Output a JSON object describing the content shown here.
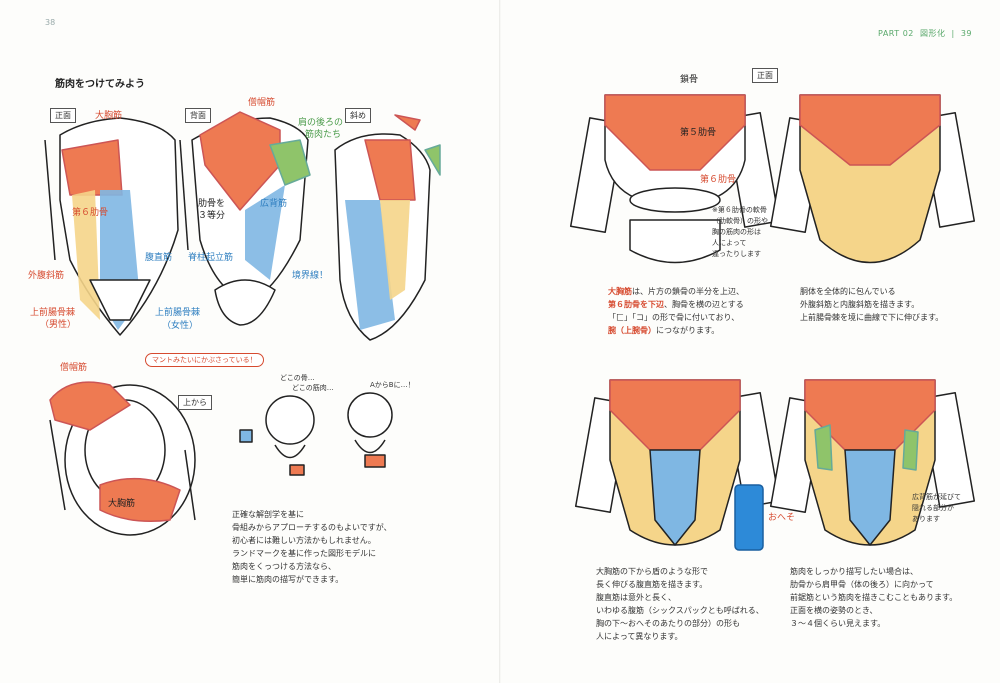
{
  "page": {
    "left_number": "38",
    "right_chapter": "PART 02",
    "right_chapter_title": "図形化",
    "right_number": "39"
  },
  "left": {
    "section_title": "筋肉をつけてみよう",
    "views": {
      "front": "正面",
      "back": "背面",
      "oblique": "斜め",
      "top": "上から"
    },
    "labels": {
      "pectoralis": "大胸筋",
      "rib6": "第６肋骨",
      "external_oblique": "外腹斜筋",
      "asis_male_1": "上前腸骨棘",
      "asis_male_2": "（男性）",
      "rectus": "腹直筋",
      "asis_female_1": "上前腸骨棘",
      "asis_female_2": "（女性）",
      "trapezius": "僧帽筋",
      "shoulder_back_1": "肩の後ろの",
      "shoulder_back_2": "筋肉たち",
      "rib_third_1": "肋骨を",
      "rib_third_2": "３等分",
      "latissimus": "広背筋",
      "erector": "脊柱起立筋",
      "boundary": "境界線！",
      "trapezius_top": "僧帽筋",
      "pectoralis_top": "大胸筋"
    },
    "bubble": "マントみたいにかぶさっている！",
    "cartoon": {
      "confused_1": "どこの骨…",
      "confused_2": "どこの筋肉…",
      "thinking": "AからBに…！"
    },
    "paragraph": [
      "正確な解剖学を基に",
      "骨組みからアプローチするのもよいですが、",
      "初心者には難しい方法かもしれません。",
      "ランドマークを基に作った図形モデルに",
      "筋肉をくっつける方法なら、",
      "簡単に筋肉の描写ができます。"
    ]
  },
  "right": {
    "front_tag": "正面",
    "labels": {
      "clavicle": "鎖骨",
      "rib5": "第５肋骨",
      "rib6": "第６肋骨",
      "note": [
        "※第６肋骨の軟骨",
        "（肋軟骨）の形や",
        "胸の筋肉の形は",
        "人によって",
        "違ったりします"
      ],
      "navel": "おへそ",
      "lat_note": [
        "広背筋が延びて",
        "隠れる部分が",
        "あります"
      ]
    },
    "p1": [
      {
        "red": "大胸筋",
        "rest": "は、片方の鎖骨の半分を上辺、"
      },
      {
        "red": "第６肋骨を下辺",
        "rest": "、胸骨を横の辺とする"
      },
      {
        "red": "",
        "rest": "「匚」「コ」の形で骨に付いており、"
      },
      {
        "red": "腕（上腕骨）",
        "rest": "につながります。"
      }
    ],
    "p2": [
      "胴体を全体的に包んでいる",
      "外腹斜筋と内腹斜筋を描きます。",
      "上前腸骨棘を境に曲線で下に伸びます。"
    ],
    "p3": [
      "大胸筋の下から盾のような形で",
      "長く伸びる腹直筋を描きます。",
      "腹直筋は意外と長く、",
      "いわゆる腹筋（シックスパックとも呼ばれる、",
      "胸の下〜おへそのあたりの部分）の形も",
      "人によって異なります。"
    ],
    "p4": [
      "筋肉をしっかり描写したい場合は、",
      "肋骨から肩甲骨（体の後ろ）に向かって",
      "前鋸筋という筋肉を描きこむこともあります。",
      "正面を横の姿勢のとき、",
      "３〜４個くらい見えます。"
    ]
  },
  "colors": {
    "muscle_red": "#ee7a52",
    "muscle_blue": "#7fb7e3",
    "muscle_yellow": "#f5d58a",
    "muscle_green": "#8fc46a",
    "accent_red": "#d64a2f"
  }
}
